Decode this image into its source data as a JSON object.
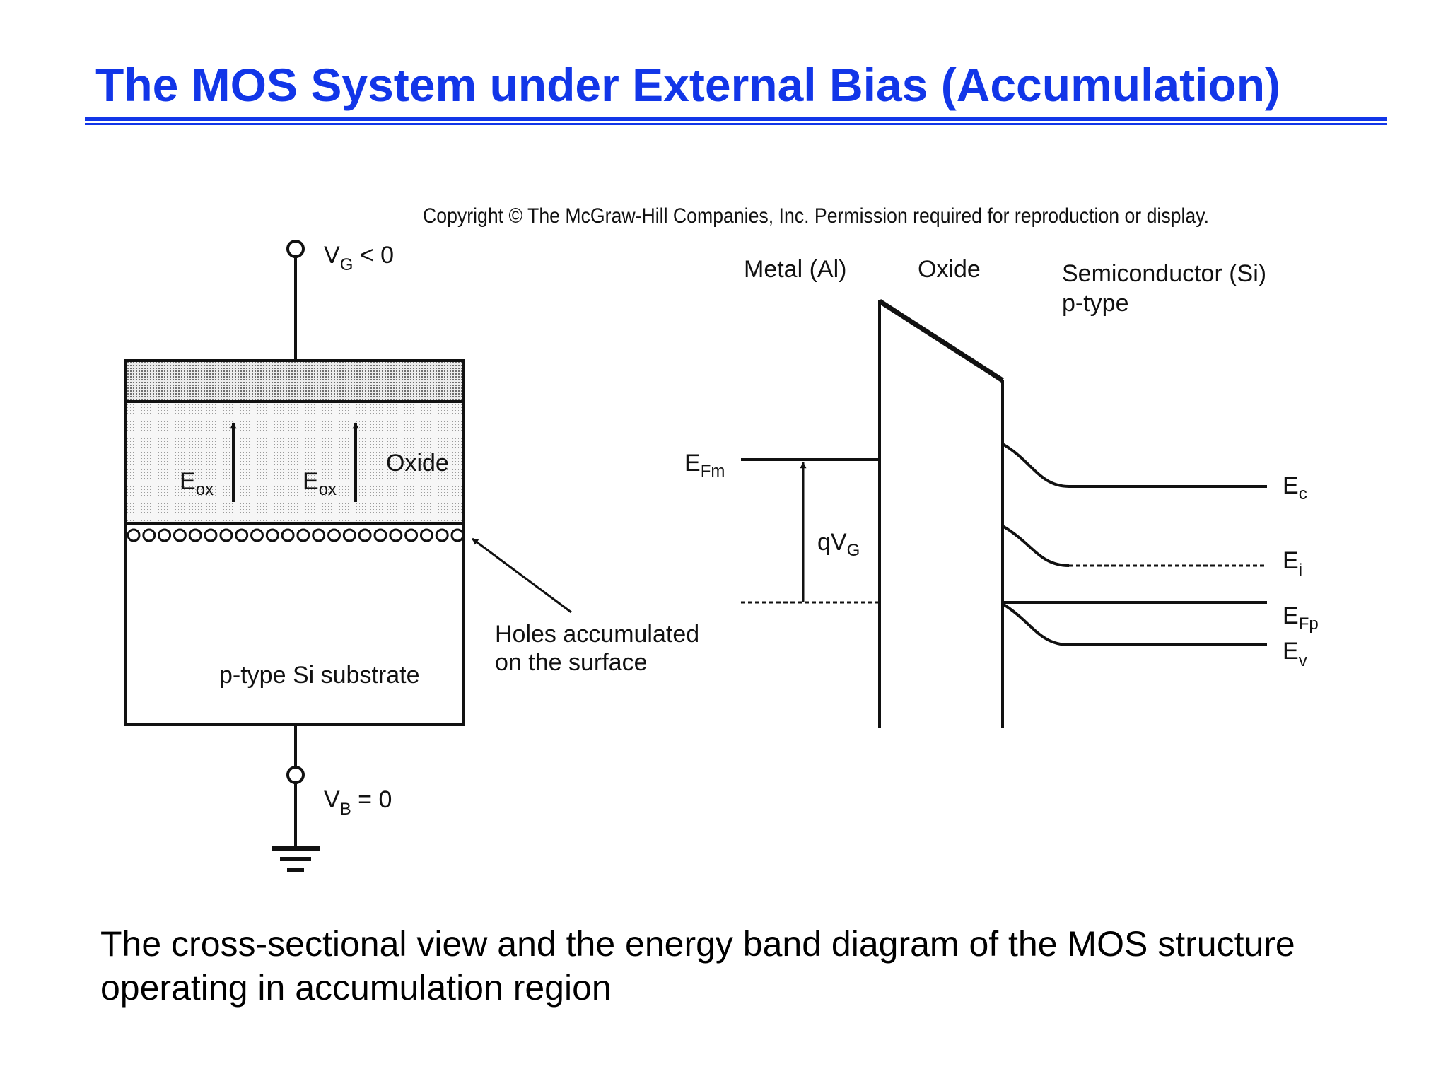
{
  "slide": {
    "title": "The MOS System under External Bias (Accumulation)",
    "caption_line1": "The cross-sectional view and the energy band diagram of the MOS structure",
    "caption_line2": "operating in accumulation region",
    "accent_color": "#1236e8"
  },
  "figure": {
    "copyright": "Copyright © The McGraw-Hill Companies, Inc. Permission required for reproduction or display.",
    "cross_section": {
      "gate_label": "V",
      "gate_sub": "G",
      "gate_rel": " < 0",
      "eox_label": "E",
      "eox_sub": "ox",
      "oxide_label": "Oxide",
      "substrate_label": "p-type Si substrate",
      "holes_line1": "Holes accumulated",
      "holes_line2": "on the surface",
      "body_label": "V",
      "body_sub": "B",
      "body_rel": " = 0",
      "hole_count": 22
    },
    "band_diagram": {
      "metal_label": "Metal (Al)",
      "oxide_label": "Oxide",
      "semi_label_1": "Semiconductor (Si)",
      "semi_label_2": "p-type",
      "efm_main": "E",
      "efm_sub": "Fm",
      "qvg_main": "qV",
      "qvg_sub": "G",
      "ec_main": "E",
      "ec_sub": "c",
      "ei_main": "E",
      "ei_sub": "i",
      "efp_main": "E",
      "efp_sub": "Fp",
      "ev_main": "E",
      "ev_sub": "v"
    }
  }
}
